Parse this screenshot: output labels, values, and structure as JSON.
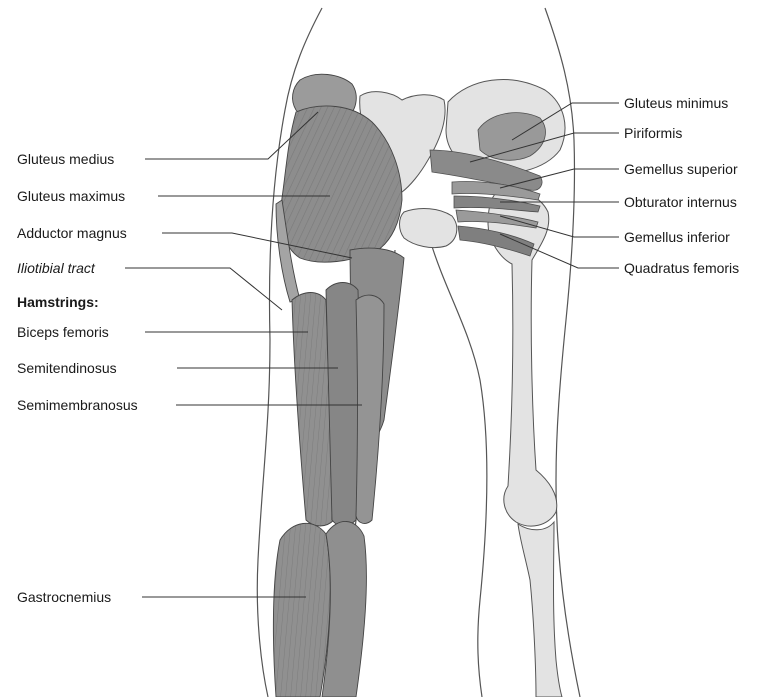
{
  "labels_left": [
    {
      "id": "gluteus-medius",
      "text": "Gluteus medius"
    },
    {
      "id": "gluteus-maximus",
      "text": "Gluteus maximus"
    },
    {
      "id": "adductor-magnus",
      "text": "Adductor magnus"
    },
    {
      "id": "iliotibial-tract",
      "text": "Iliotibial tract"
    },
    {
      "id": "hamstrings-heading",
      "text": "Hamstrings:"
    },
    {
      "id": "biceps-femoris",
      "text": "Biceps femoris"
    },
    {
      "id": "semitendinosus",
      "text": "Semitendinosus"
    },
    {
      "id": "semimembranosus",
      "text": "Semimembranosus"
    },
    {
      "id": "gastrocnemius",
      "text": "Gastrocnemius"
    }
  ],
  "labels_right": [
    {
      "id": "gluteus-minimus",
      "text": "Gluteus minimus"
    },
    {
      "id": "piriformis",
      "text": "Piriformis"
    },
    {
      "id": "gemellus-superior",
      "text": "Gemellus superior"
    },
    {
      "id": "obturator-internus",
      "text": "Obturator internus"
    },
    {
      "id": "gemellus-inferior",
      "text": "Gemellus inferior"
    },
    {
      "id": "quadratus-femoris",
      "text": "Quadratus femoris"
    }
  ],
  "colors": {
    "muscle": "#8d8d8d",
    "muscle_dark": "#6e6e6e",
    "muscle_light": "#a9a9a9",
    "bone": "#e3e3e3",
    "skin_outline": "#555555",
    "leader": "#333333"
  }
}
